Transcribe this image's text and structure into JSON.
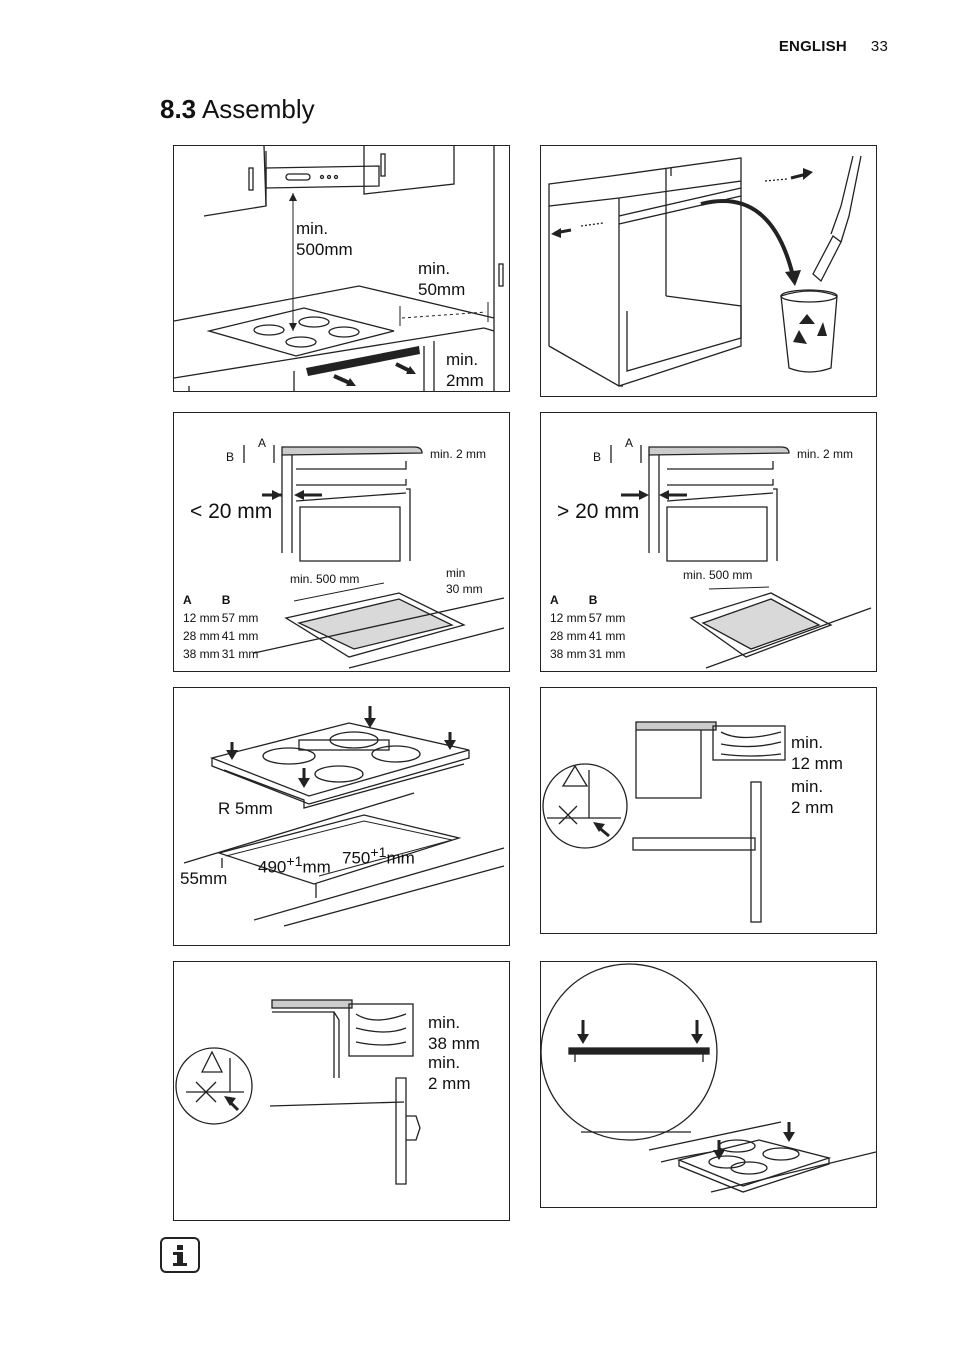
{
  "header": {
    "language": "ENGLISH",
    "page_number": "33"
  },
  "section": {
    "number": "8.3",
    "title": "Assembly"
  },
  "panel1": {
    "min500_a": "min.",
    "min500_b": "500mm",
    "min50_a": "min.",
    "min50_b": "50mm",
    "min2_a": "min.",
    "min2_b": "2mm"
  },
  "panel3": {
    "a": "A",
    "b": "B",
    "min2": "min. 2 mm",
    "gap": "< 20 mm",
    "min500": "min. 500 mm",
    "min30_a": "min",
    "min30_b": "30 mm",
    "table": {
      "headers": [
        "A",
        "B"
      ],
      "rows": [
        [
          "12 mm",
          "57 mm"
        ],
        [
          "28 mm",
          "41 mm"
        ],
        [
          "38 mm",
          "31 mm"
        ]
      ]
    }
  },
  "panel4": {
    "a": "A",
    "b": "B",
    "min2": "min. 2 mm",
    "gap": "> 20 mm",
    "min500": "min. 500 mm",
    "table": {
      "headers": [
        "A",
        "B"
      ],
      "rows": [
        [
          "12 mm",
          "57 mm"
        ],
        [
          "28 mm",
          "41 mm"
        ],
        [
          "38 mm",
          "31 mm"
        ]
      ]
    }
  },
  "panel5": {
    "radius": "R 5mm",
    "width_a": "490",
    "width_sup": "+1",
    "width_unit": "mm",
    "length_a": "750",
    "length_sup": "+1",
    "length_unit": "mm",
    "edge": "55mm"
  },
  "panel6": {
    "min12_a": "min.",
    "min12_b": "12 mm",
    "min2_a": "min.",
    "min2_b": "2 mm"
  },
  "panel7": {
    "min38_a": "min.",
    "min38_b": "38 mm",
    "min2_a": "min.",
    "min2_b": "2 mm"
  },
  "colors": {
    "line": "#222222",
    "fill": "#d9d9d9"
  }
}
